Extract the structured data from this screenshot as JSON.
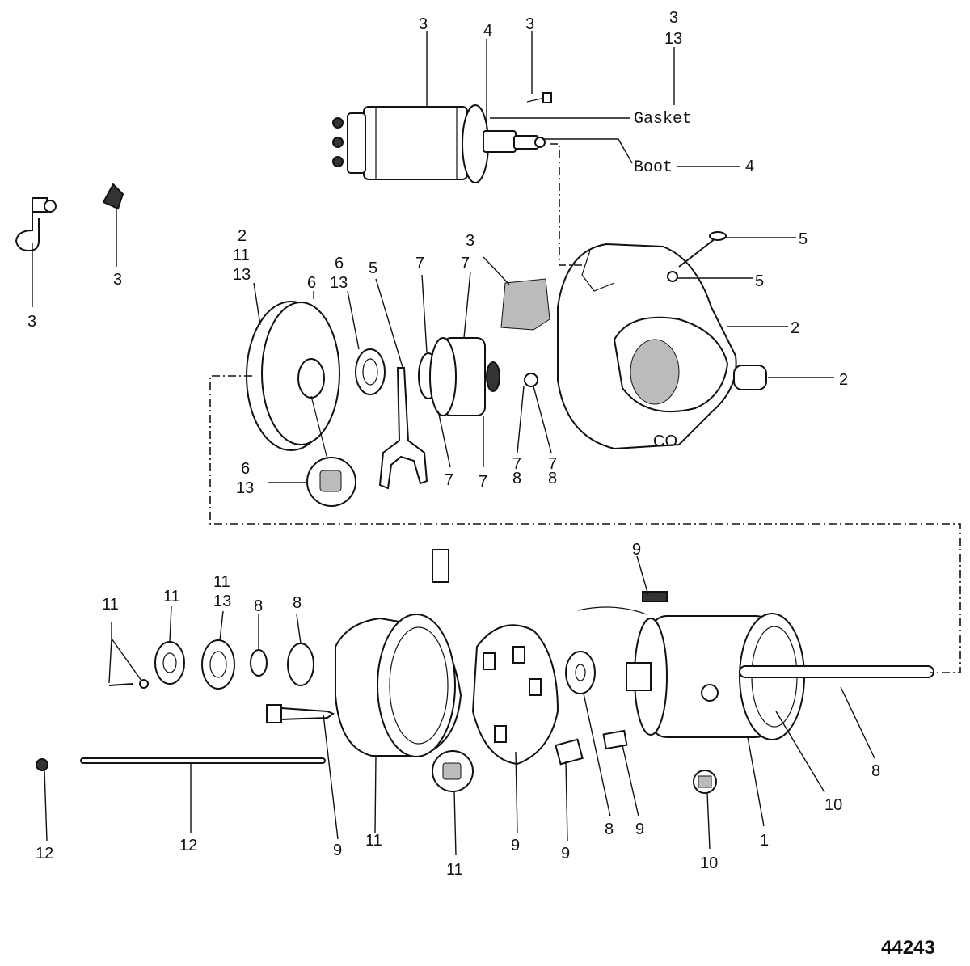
{
  "diagram": {
    "drawing_number": "44243",
    "words": {
      "gasket": "Gasket",
      "boot": "Boot"
    },
    "callouts": [
      "3",
      "4",
      "3",
      "3",
      "13",
      "4",
      "3",
      "3",
      "5",
      "5",
      "2",
      "11",
      "13",
      "6",
      "6",
      "13",
      "5",
      "7",
      "7",
      "3",
      "2",
      "2",
      "6",
      "13",
      "7",
      "7",
      "7",
      "7",
      "8",
      "7",
      "8",
      "9",
      "11",
      "11",
      "11",
      "13",
      "8",
      "8",
      "12",
      "12",
      "9",
      "11",
      "11",
      "9",
      "9",
      "8",
      "9",
      "10",
      "1",
      "10",
      "8"
    ],
    "icons": [
      "starter-solenoid-icon",
      "drive-housing-icon",
      "field-frame-icon",
      "brush-holder-icon",
      "pinion-drive-icon",
      "shift-lever-icon"
    ]
  }
}
